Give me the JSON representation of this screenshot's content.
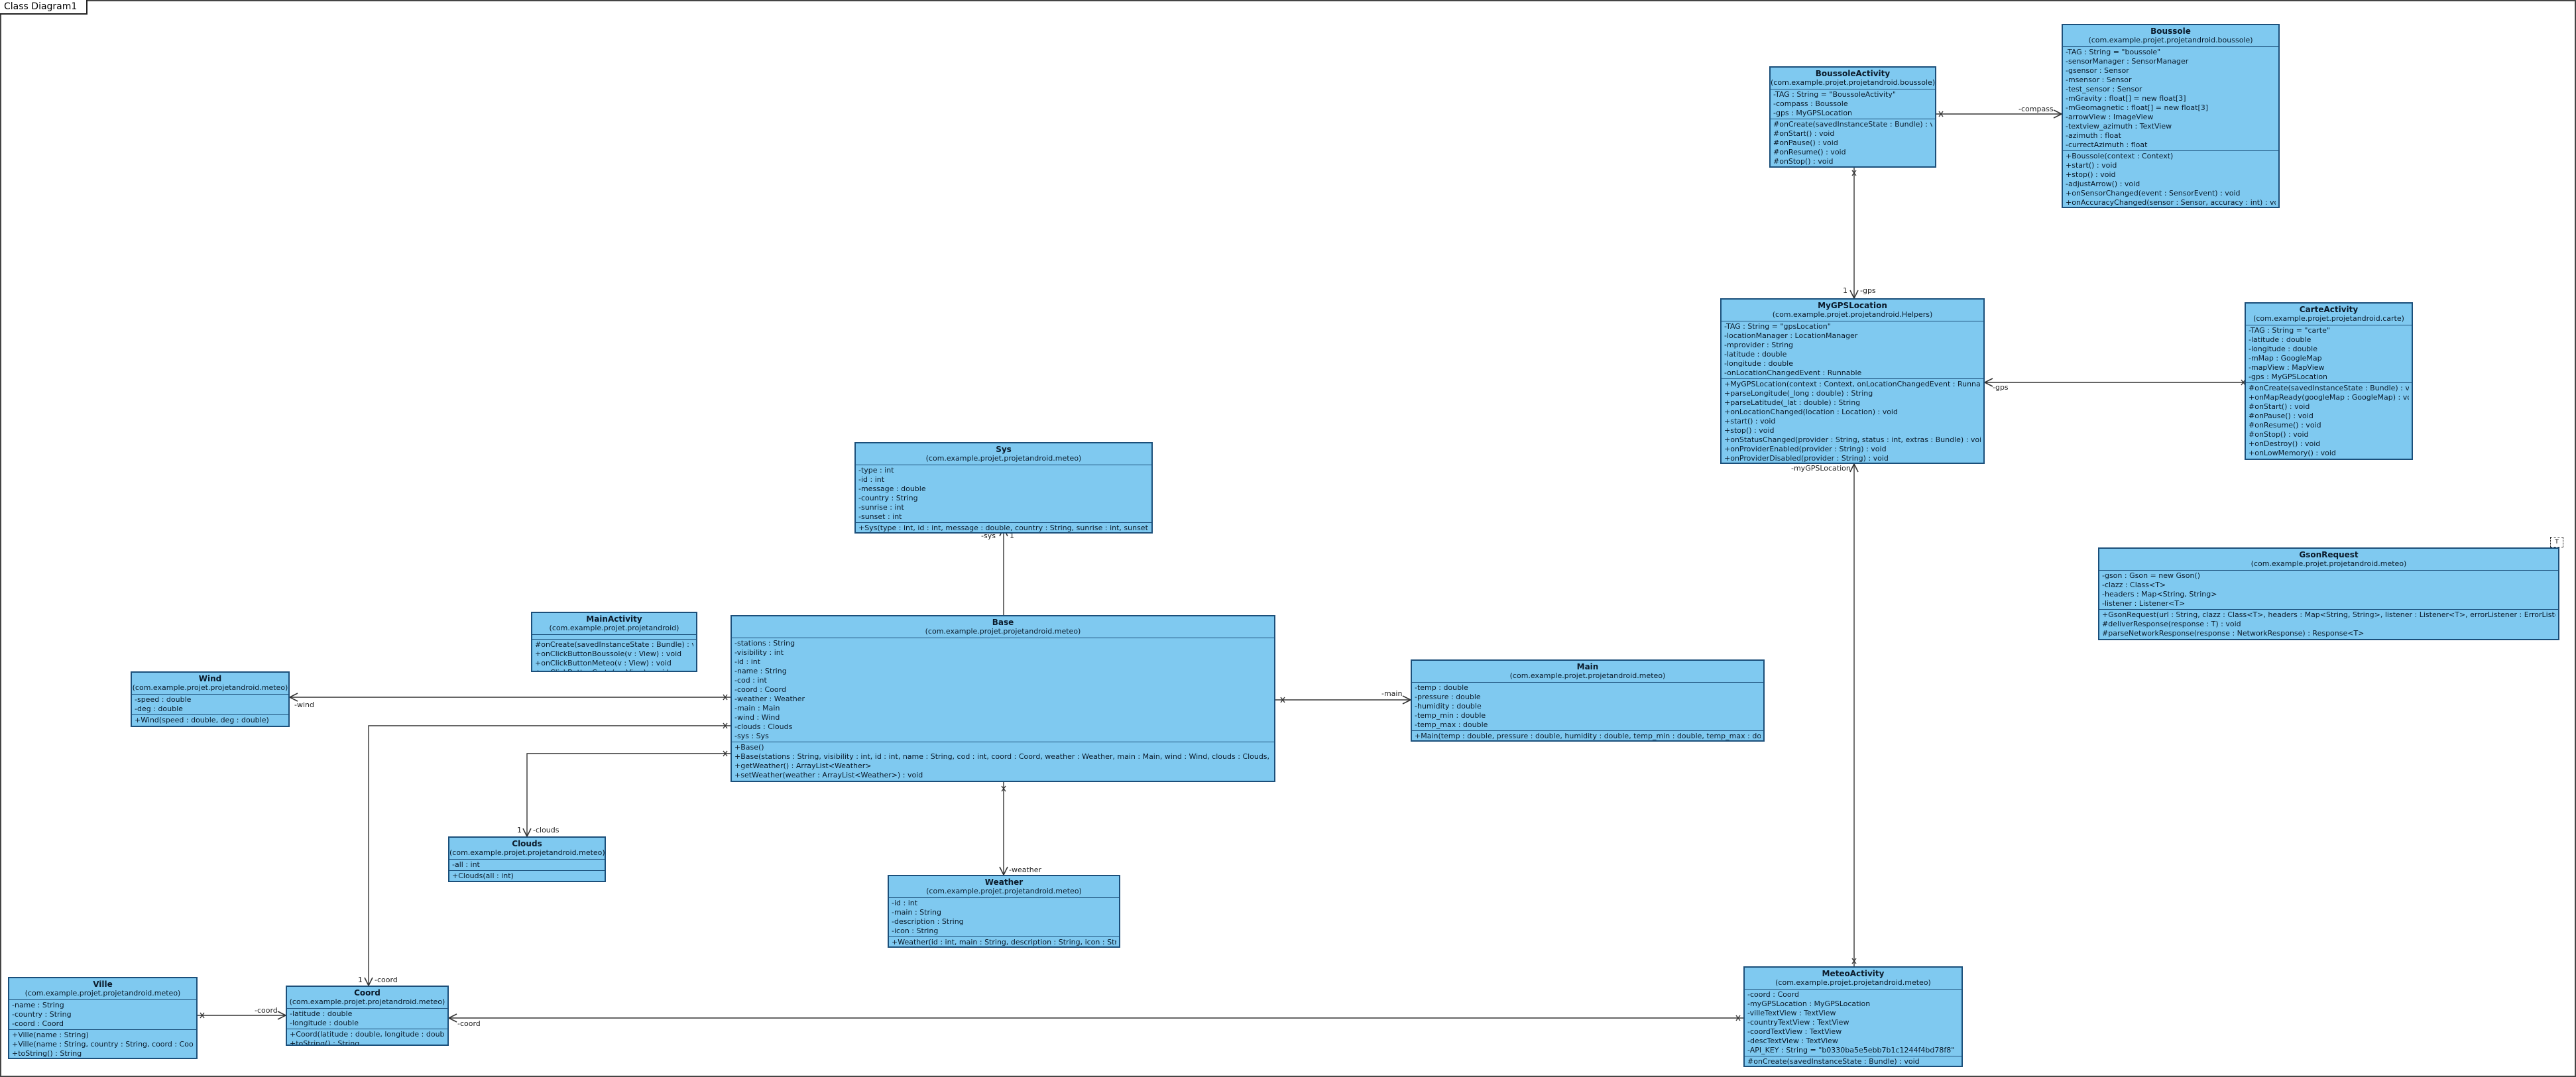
{
  "frame": {
    "label": "Class Diagram1"
  },
  "classes": {
    "boussole": {
      "name": "Boussole",
      "pkg": "(com.example.projet.projetandroid.boussole)",
      "attrs": [
        "-TAG : String = \"boussole\"",
        "-sensorManager : SensorManager",
        "-gsensor : Sensor",
        "-msensor : Sensor",
        "-test_sensor : Sensor",
        "-mGravity : float[] = new float[3]",
        "-mGeomagnetic : float[] = new float[3]",
        "-arrowView : ImageView",
        "-textview_azimuth : TextView",
        "-azimuth : float",
        "-currectAzimuth : float"
      ],
      "ops": [
        "+Boussole(context : Context)",
        "+start() : void",
        "+stop() : void",
        "-adjustArrow() : void",
        "+onSensorChanged(event : SensorEvent) : void",
        "+onAccuracyChanged(sensor : Sensor, accuracy : int) : void"
      ]
    },
    "boussoleActivity": {
      "name": "BoussoleActivity",
      "pkg": "(com.example.projet.projetandroid.boussole)",
      "attrs": [
        "-TAG : String = \"BoussoleActivity\"",
        "-compass : Boussole",
        "-gps : MyGPSLocation"
      ],
      "ops": [
        "#onCreate(savedInstanceState : Bundle) : void",
        "#onStart() : void",
        "#onPause() : void",
        "#onResume() : void",
        "#onStop() : void"
      ]
    },
    "mygps": {
      "name": "MyGPSLocation",
      "pkg": "(com.example.projet.projetandroid.Helpers)",
      "attrs": [
        "-TAG : String = \"gpsLocation\"",
        "-locationManager : LocationManager",
        "-mprovider : String",
        "-latitude : double",
        "-longitude : double",
        "-onLocationChangedEvent : Runnable"
      ],
      "ops": [
        "+MyGPSLocation(context : Context, onLocationChangedEvent : Runnable)",
        "+parseLongitude(_long : double) : String",
        "+parseLatitude(_lat : double) : String",
        "+onLocationChanged(location : Location) : void",
        "+start() : void",
        "+stop() : void",
        "+onStatusChanged(provider : String, status : int, extras : Bundle) : void",
        "+onProviderEnabled(provider : String) : void",
        "+onProviderDisabled(provider : String) : void"
      ]
    },
    "carte": {
      "name": "CarteActivity",
      "pkg": "(com.example.projet.projetandroid.carte)",
      "attrs": [
        "-TAG : String = \"carte\"",
        "-latitude : double",
        "-longitude : double",
        "-mMap : GoogleMap",
        "-mapView : MapView",
        "-gps : MyGPSLocation"
      ],
      "ops": [
        "#onCreate(savedInstanceState : Bundle) : void",
        "+onMapReady(googleMap : GoogleMap) : void",
        "#onStart() : void",
        "#onPause() : void",
        "#onResume() : void",
        "#onStop() : void",
        "+onDestroy() : void",
        "+onLowMemory() : void"
      ]
    },
    "gson": {
      "name": "GsonRequest",
      "pkg": "(com.example.projet.projetandroid.meteo)",
      "tpl": "T",
      "attrs": [
        "-gson : Gson = new Gson()",
        "-clazz : Class<T>",
        "-headers : Map<String, String>",
        "-listener : Listener<T>"
      ],
      "ops": [
        "+GsonRequest(url : String, clazz : Class<T>, headers : Map<String, String>, listener : Listener<T>, errorListener : ErrorListener)",
        "#deliverResponse(response : T) : void",
        "#parseNetworkResponse(response : NetworkResponse) : Response<T>"
      ]
    },
    "sys": {
      "name": "Sys",
      "pkg": "(com.example.projet.projetandroid.meteo)",
      "attrs": [
        "-type : int",
        "-id : int",
        "-message : double",
        "-country : String",
        "-sunrise : int",
        "-sunset : int"
      ],
      "ops": [
        "+Sys(type : int, id : int, message : double, country : String, sunrise : int, sunset : ..."
      ]
    },
    "mainActivity": {
      "name": "MainActivity",
      "pkg": "(com.example.projet.projetandroid)",
      "attrs": [],
      "ops": [
        "#onCreate(savedInstanceState : Bundle) : void",
        "+onClickButtonBoussole(v : View) : void",
        "+onClickButtonMeteo(v : View) : void",
        "+onClickButtonCarte(v : View) : void"
      ]
    },
    "base": {
      "name": "Base",
      "pkg": "(com.example.projet.projetandroid.meteo)",
      "attrs": [
        "-stations : String",
        "-visibility : int",
        "-id : int",
        "-name : String",
        "-cod : int",
        "-coord : Coord",
        "-weather : Weather",
        "-main : Main",
        "-wind : Wind",
        "-clouds : Clouds",
        "-sys : Sys"
      ],
      "ops": [
        "+Base()",
        "+Base(stations : String, visibility : int, id : int, name : String, cod : int, coord : Coord, weather : Weather, main : Main, wind : Wind, clouds : Clouds, sys ...",
        "+getWeather() : ArrayList<Weather>",
        "+setWeather(weather : ArrayList<Weather>) : void"
      ]
    },
    "wind": {
      "name": "Wind",
      "pkg": "(com.example.projet.projetandroid.meteo)",
      "attrs": [
        "-speed : double",
        "-deg : double"
      ],
      "ops": [
        "+Wind(speed : double, deg : double)"
      ]
    },
    "main": {
      "name": "Main",
      "pkg": "(com.example.projet.projetandroid.meteo)",
      "attrs": [
        "-temp : double",
        "-pressure : double",
        "-humidity : double",
        "-temp_min : double",
        "-temp_max : double"
      ],
      "ops": [
        "+Main(temp : double, pressure : double, humidity : double, temp_min : double, temp_max : dou..."
      ]
    },
    "clouds": {
      "name": "Clouds",
      "pkg": "(com.example.projet.projetandroid.meteo)",
      "attrs": [
        "-all : int"
      ],
      "ops": [
        "+Clouds(all : int)"
      ]
    },
    "weather": {
      "name": "Weather",
      "pkg": "(com.example.projet.projetandroid.meteo)",
      "attrs": [
        "-id : int",
        "-main : String",
        "-description : String",
        "-icon : String"
      ],
      "ops": [
        "+Weather(id : int, main : String, description : String, icon : String)"
      ]
    },
    "ville": {
      "name": "Ville",
      "pkg": "(com.example.projet.projetandroid.meteo)",
      "attrs": [
        "-name : String",
        "-country : String",
        "-coord : Coord"
      ],
      "ops": [
        "+Ville(name : String)",
        "+Ville(name : String, country : String, coord : Coord)",
        "+toString() : String"
      ]
    },
    "coord": {
      "name": "Coord",
      "pkg": "(com.example.projet.projetandroid.meteo)",
      "attrs": [
        "-latitude : double",
        "-longitude : double"
      ],
      "ops": [
        "+Coord(latitude : double, longitude : double)",
        "+toString() : String"
      ]
    },
    "meteoActivity": {
      "name": "MeteoActivity",
      "pkg": "(com.example.projet.projetandroid.meteo)",
      "attrs": [
        "-coord : Coord",
        "-myGPSLocation : MyGPSLocation",
        "-villeTextView : TextView",
        "-countryTextView : TextView",
        "-coordTextView : TextView",
        "-descTextView : TextView",
        "-API_KEY : String = \"b0330ba5e5ebb7b1c1244f4bd78f8\""
      ],
      "ops": [
        "#onCreate(savedInstanceState : Bundle) : void"
      ]
    }
  },
  "roles": {
    "compass": "-compass",
    "gps_top": "-gps",
    "gps_one": "1",
    "gps_carte": "-gps",
    "mygps_meteo": "-myGPSLocation",
    "sys": "-sys",
    "sys_one": "1",
    "wind": "-wind",
    "main": "-main",
    "clouds": "-clouds",
    "clouds_one": "1",
    "weather": "-weather",
    "coord_base": "-coord",
    "coord_base_one": "1",
    "coord_ville": "-coord",
    "coord_meteo": "-coord"
  }
}
